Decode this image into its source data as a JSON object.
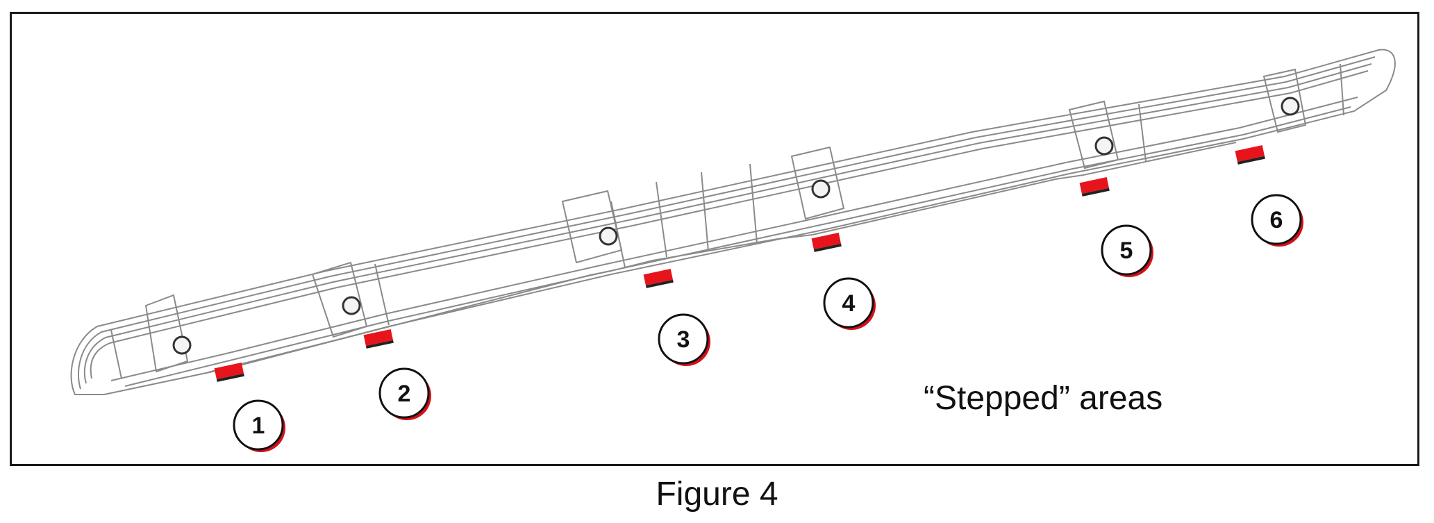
{
  "figure": {
    "annotation": "“Stepped” areas",
    "caption": "Figure 4",
    "callouts": [
      "1",
      "2",
      "3",
      "4",
      "5",
      "6"
    ]
  },
  "colors": {
    "frame": "#1a1a1a",
    "line_art": "#8a8a8a",
    "pad": "#e8141b",
    "callout_shadow": "#d40f18"
  }
}
